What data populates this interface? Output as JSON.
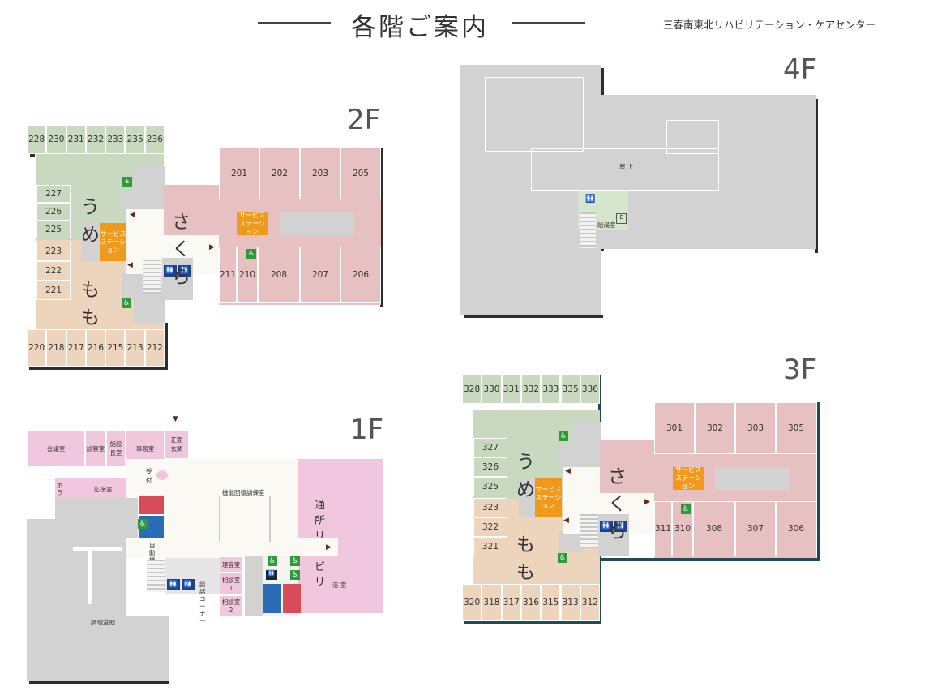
{
  "header": {
    "title": "各階ご案内",
    "facility": "三春南東北リハビリテーション・ケアセンター"
  },
  "floors": {
    "f2": {
      "label": "2F",
      "rooms_top": [
        "228",
        "230",
        "231",
        "232",
        "233",
        "235",
        "236"
      ],
      "rooms_left_ume": [
        "227",
        "226",
        "225"
      ],
      "rooms_left_momo": [
        "223",
        "222",
        "221"
      ],
      "rooms_bottom": [
        "220",
        "218",
        "217",
        "216",
        "215",
        "213",
        "212"
      ],
      "rooms_right_top": [
        "201",
        "202",
        "203",
        "205"
      ],
      "rooms_right_bottom": [
        "211",
        "210",
        "208",
        "207",
        "206"
      ],
      "ward_ume": "うめ",
      "ward_momo": "もも",
      "ward_sakura": "さくら",
      "station1": "サービス\nステーション",
      "station2": "サービス\nステーション"
    },
    "f3": {
      "label": "3F",
      "rooms_top": [
        "328",
        "330",
        "331",
        "332",
        "333",
        "335",
        "336"
      ],
      "rooms_left_ume": [
        "327",
        "326",
        "325"
      ],
      "rooms_left_momo": [
        "323",
        "322",
        "321"
      ],
      "rooms_bottom": [
        "320",
        "318",
        "317",
        "316",
        "315",
        "313",
        "312"
      ],
      "rooms_right_top": [
        "301",
        "302",
        "303",
        "305"
      ],
      "rooms_right_bottom": [
        "311",
        "310",
        "308",
        "307",
        "306"
      ],
      "ward_ume": "うめ",
      "ward_momo": "もも",
      "ward_sakura": "さくら",
      "station1": "サービス\nステーション",
      "station2": "サービス\nステーション"
    },
    "f4": {
      "label": "4F",
      "rooftop": "屋 上",
      "kitchen": "給湯室"
    },
    "f1": {
      "label": "1F",
      "rooms": {
        "meeting": "会議室",
        "clinic": "診察室",
        "director": "施設\n長室",
        "office": "事務室",
        "entrance": "正面\n玄関",
        "reception": "受付",
        "volunteer": "ボランティア\n室",
        "reception_room": "応接室",
        "training": "機能回復訓練室",
        "day_rehab": "通所リハビリ",
        "vending": "自動機\nコーナー",
        "barber": "理容室",
        "consult1": "相談室\n1",
        "consult2": "相談室\n2",
        "lounge": "談話\nコーナー",
        "bath": "浴 室",
        "kitchen": "調理室他"
      }
    }
  },
  "colors": {
    "green": "#c9d9bf",
    "pink": "#e7c1c1",
    "beige": "#ecd5bc",
    "gray": "#d2d2d2",
    "mauve": "#f1c7dd",
    "station": "#ef9a1c",
    "accessible": "#2e9b3b",
    "restroom": "#23417a"
  },
  "icons": {
    "accessible": "wheelchair-icon",
    "restroom": "restroom-icon",
    "arrow": "arrow-icon"
  }
}
